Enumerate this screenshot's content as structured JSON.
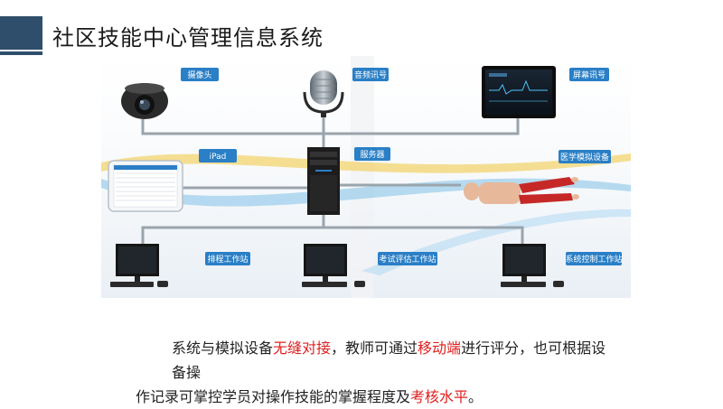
{
  "title": "社区技能中心管理信息系统",
  "nodes": {
    "camera": "摄像头",
    "microphone": "音频讯号",
    "screen": "屏幕讯号",
    "ipad": "iPad",
    "server": "服务器",
    "manikin": "医学模拟设备",
    "ws_schedule": "排程工作站",
    "ws_exam": "考试评估工作站",
    "ws_control": "系统控制工作站"
  },
  "caption": {
    "p1": "系统与模拟设备",
    "h1": "无缝对接",
    "p2": "，教师可通过",
    "h2": "移动端",
    "p3": "进行评分，也可根据设备操",
    "p4": "作记录可掌控学员对操作技能的掌握程度及",
    "h3": "考核水平",
    "p5": "。"
  },
  "colors": {
    "accent": "#2f4e6b",
    "label_bg": "#2a7fc6",
    "highlight": "#e02020",
    "connector": "#9aa4ad"
  }
}
